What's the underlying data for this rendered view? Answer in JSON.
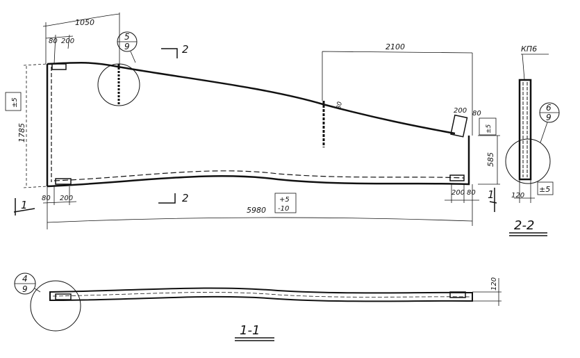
{
  "drawing": {
    "dims": {
      "top_1050": "1050",
      "top_80": "80",
      "top_200": "200",
      "height_1785": "1785",
      "tol_left": "±5",
      "bottom_80": "80",
      "bottom_200": "200",
      "length_5980": "5980",
      "tol_length_plus": "+5",
      "tol_length_minus": "-10",
      "span_2100": "2100",
      "col_80": "80",
      "right_200": "200",
      "right_80": "80",
      "tol_right": "±5",
      "height_585": "585",
      "right_bot_200": "200",
      "right_bot_80": "80",
      "thick_120": "120",
      "sec_120": "120",
      "sec_tol": "±5"
    },
    "callouts": [
      {
        "num": "5",
        "den": "9"
      },
      {
        "num": "6",
        "den": "9"
      },
      {
        "num": "4",
        "den": "9"
      }
    ],
    "section_marks": {
      "cut2_top": "2",
      "cut2_bottom": "2",
      "cut1_left": "1",
      "cut1_right": "1"
    },
    "labels": {
      "kp6": "КП6",
      "section_2_2": "2-2",
      "section_1_1": "1-1"
    }
  }
}
